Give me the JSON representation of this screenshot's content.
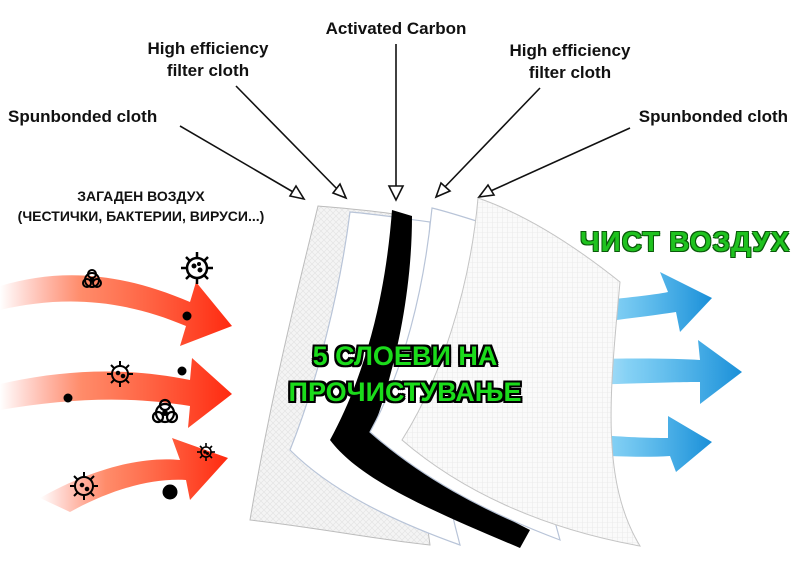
{
  "labels": {
    "spunbonded_left": "Spunbonded cloth",
    "hef_left_line1": "High efficiency",
    "hef_left_line2": "filter cloth",
    "activated_carbon": "Activated Carbon",
    "hef_right_line1": "High efficiency",
    "hef_right_line2": "filter cloth",
    "spunbonded_right": "Spunbonded cloth"
  },
  "polluted_air": {
    "line1": "ЗАГАДЕН ВОЗДУХ",
    "line2": "(ЧЕСТИЧКИ, БАКТЕРИИ, ВИРУСИ...)"
  },
  "clean_air": "ЧИСТ ВОЗДУХ",
  "center_text": {
    "line1": "5 СЛОЕВИ НА",
    "line2": "ПРОЧИСТУВАЊЕ"
  },
  "colors": {
    "polluted_arrow": "#ff3b1f",
    "clean_arrow": "#2aa8e8",
    "clean_text": "#1fc21f",
    "center_text": "#1bdc1b",
    "carbon_layer": "#000000"
  },
  "icons": [
    "biohazard-icon",
    "virus-icon",
    "bacteria-icon",
    "particle-icon"
  ]
}
